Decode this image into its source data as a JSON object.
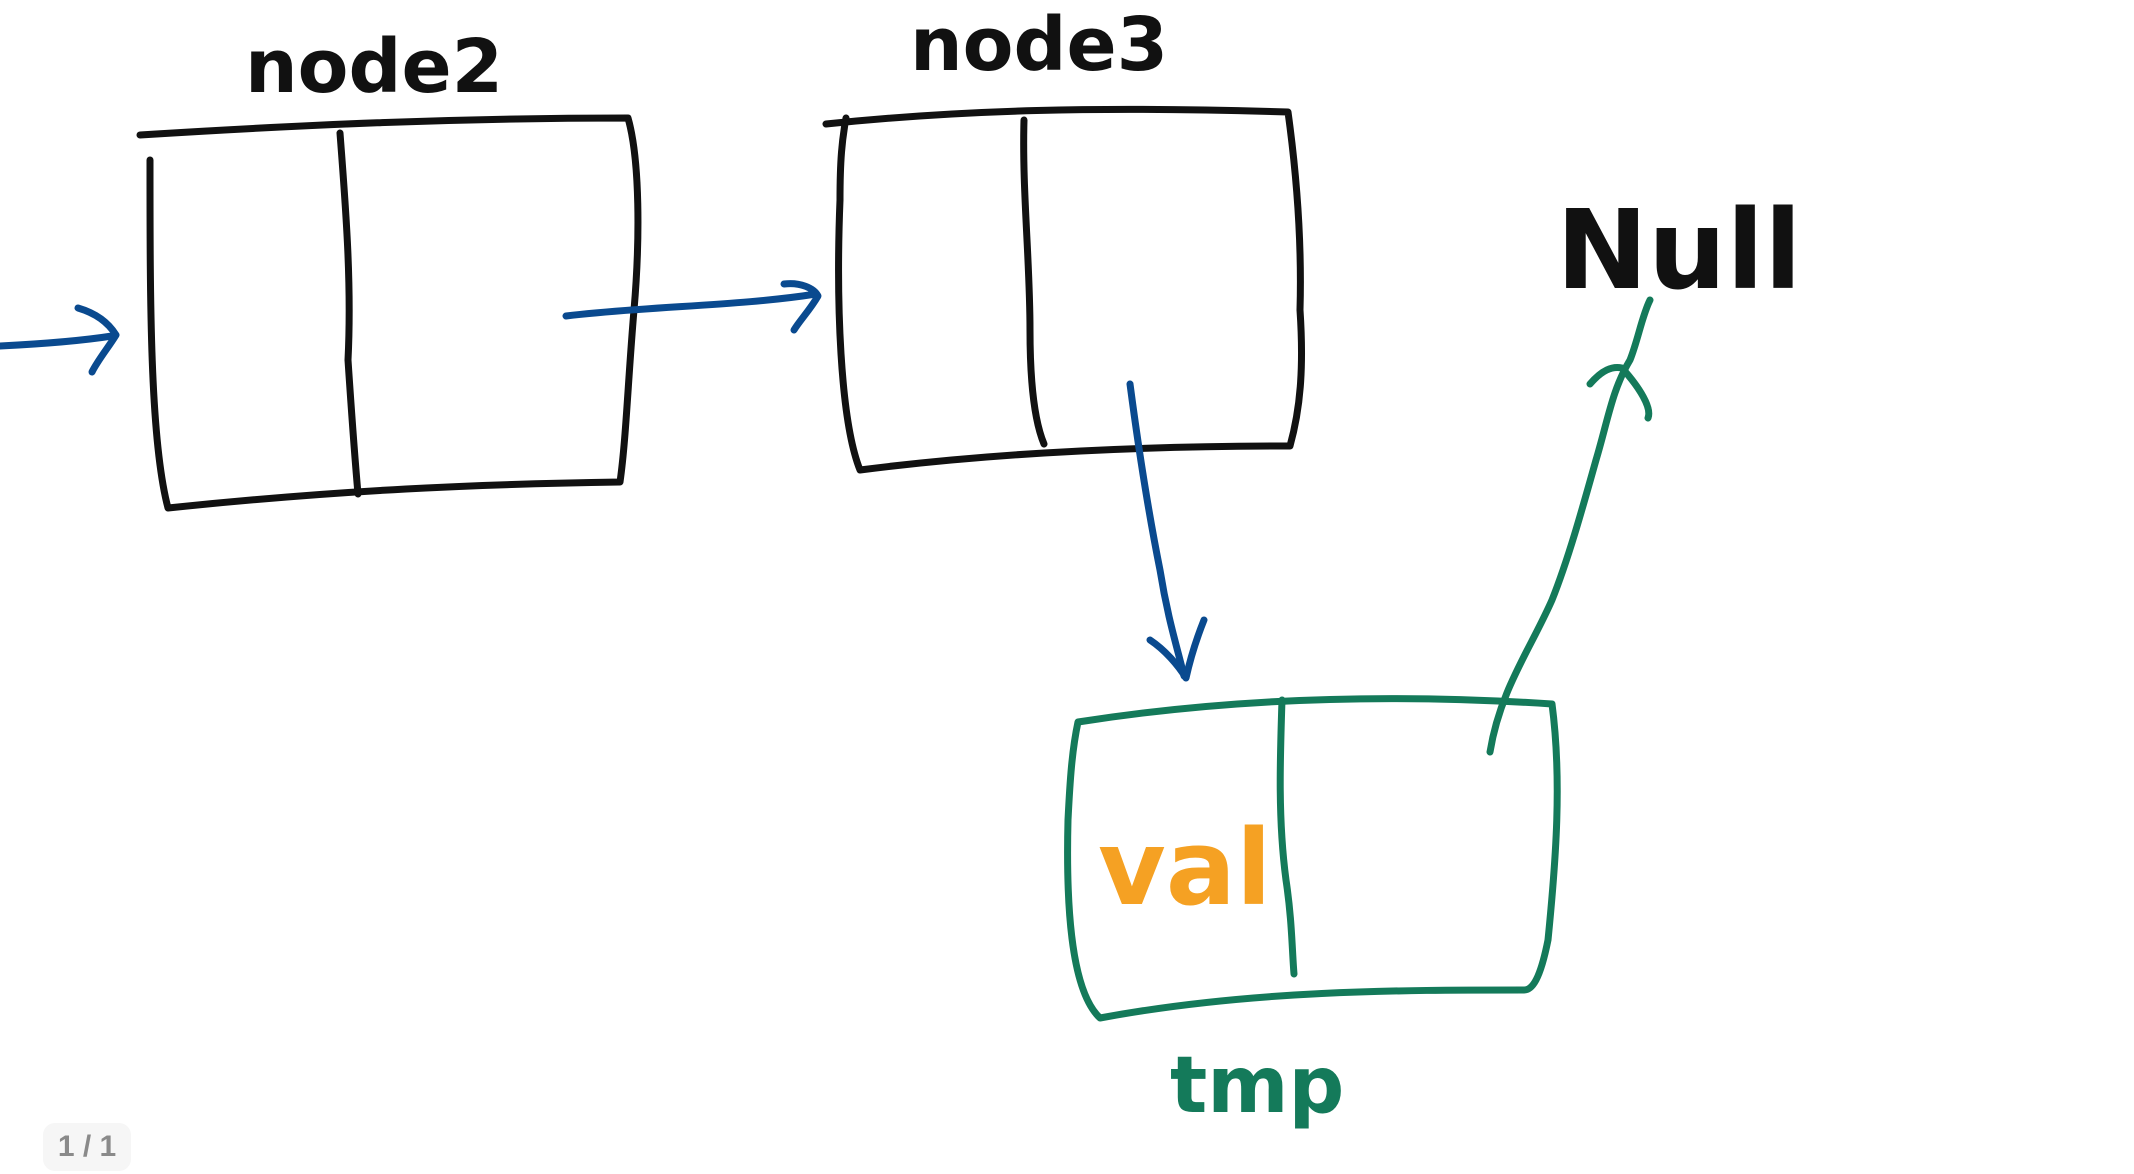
{
  "labels": {
    "node2": "node2",
    "node3": "node3",
    "null": "Null",
    "val": "val",
    "tmp": "tmp"
  },
  "colors": {
    "ink": "#111111",
    "pointer_blue": "#0a4a8f",
    "tmp_green": "#147a5a",
    "val_orange": "#f5a123"
  },
  "pagination": {
    "indicator": "1 / 1"
  }
}
